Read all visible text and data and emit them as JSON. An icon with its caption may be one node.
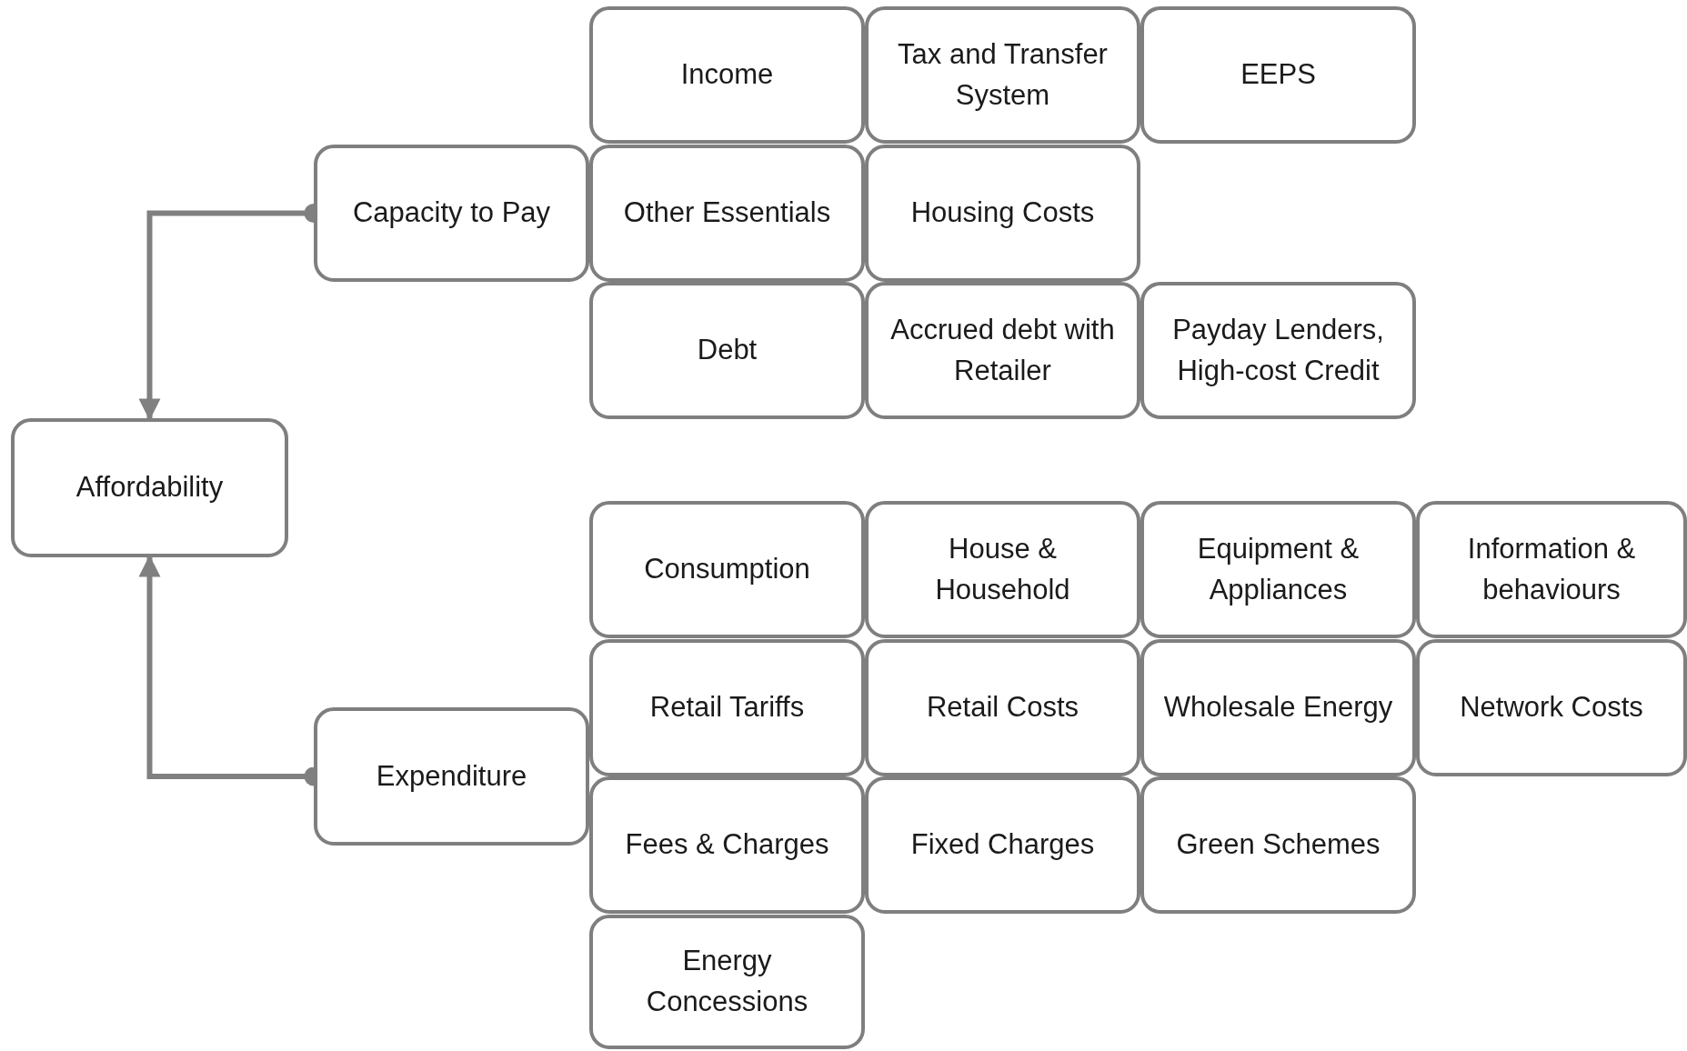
{
  "diagram": {
    "nodes": [
      {
        "text": [
          "Affordability"
        ]
      },
      {
        "text": [
          "Capacity to Pay"
        ]
      },
      {
        "text": [
          "Income"
        ]
      },
      {
        "text": [
          "Tax and Transfer System"
        ]
      },
      {
        "text": [
          "EEPS"
        ]
      },
      {
        "text": [
          "Other Essentials"
        ]
      },
      {
        "text": [
          "Housing Costs"
        ]
      },
      {
        "text": [
          "Debt"
        ]
      },
      {
        "text": [
          "Accrued debt with Retailer"
        ]
      },
      {
        "text": [
          "Payday Lenders, High-cost Credit"
        ]
      },
      {
        "text": [
          "Expenditure"
        ]
      },
      {
        "text": [
          "Consumption"
        ]
      },
      {
        "text": [
          "House & Household"
        ]
      },
      {
        "text": [
          "Equipment & Appliances"
        ]
      },
      {
        "text": [
          "Information & behaviours"
        ]
      },
      {
        "text": [
          "Retail Tariffs"
        ]
      },
      {
        "text": [
          "Retail Costs"
        ]
      },
      {
        "text": [
          "Wholesale Energy"
        ]
      },
      {
        "text": [
          "Network Costs"
        ]
      },
      {
        "text": [
          "Fees & Charges"
        ]
      },
      {
        "text": [
          "Fixed Charges"
        ]
      },
      {
        "text": [
          "Green Schemes"
        ]
      },
      {
        "text": [
          "Energy Concessions"
        ]
      }
    ],
    "edges": [
      {
        "from": 1,
        "to": 0,
        "arrow": "to"
      },
      {
        "from": 10,
        "to": 0,
        "arrow": "to"
      }
    ]
  }
}
